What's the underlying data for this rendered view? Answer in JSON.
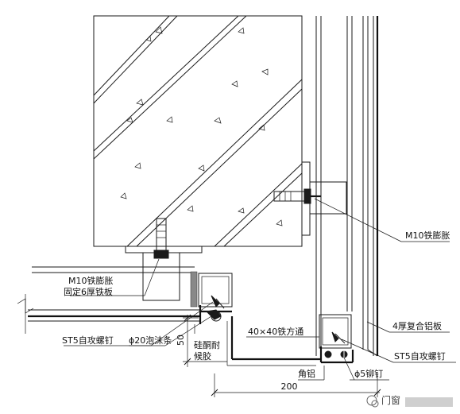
{
  "labels": {
    "m10_right": "M10铁膨胀",
    "m10_left_line1": "M10铁膨胀",
    "m10_left_line2": "固定6厚铁板",
    "st5_left": "ST5自攻螺钉",
    "foam": "ϕ20泡沫条",
    "sealant_line1": "硅酮耐",
    "sealant_line2": "候胶",
    "tube": "40×40铁方通",
    "panel": "4厚复合铝板",
    "st5_right": "ST5自攻螺钉",
    "angle": "角铝",
    "rivet": "ϕ5铆钉"
  },
  "dimensions": {
    "horizontal": "200",
    "vertical": "50"
  },
  "watermark": "门窗"
}
